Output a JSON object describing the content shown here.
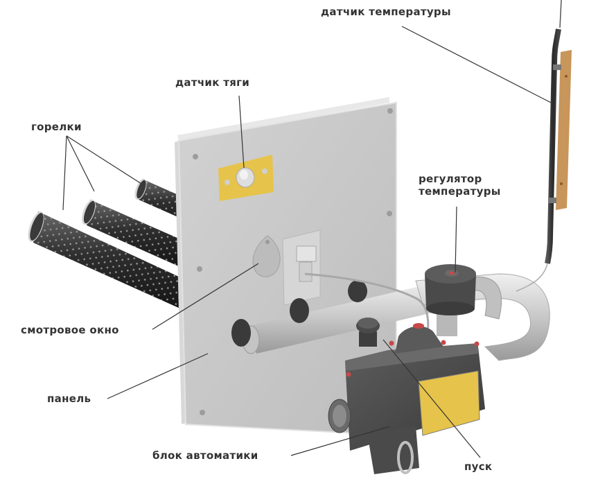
{
  "diagram": {
    "labels": {
      "temperature_sensor": "датчик температуры",
      "draft_sensor": "датчик тяги",
      "burners": "горелки",
      "temperature_regulator_line1": "регулятор",
      "temperature_regulator_line2": "температуры",
      "viewing_window": "смотровое окно",
      "panel": "панель",
      "automation_block": "блок автоматики",
      "start_button": "пуск"
    },
    "components": [
      {
        "id": "temperature_sensor",
        "description": "capillary temperature sensor on copper-colored mounting strip"
      },
      {
        "id": "draft_sensor",
        "description": "draft sensor on yellow plate mounted on panel"
      },
      {
        "id": "burners",
        "count": 3,
        "description": "perforated dark tubular burners"
      },
      {
        "id": "temperature_regulator",
        "description": "dark round regulator knob on gas valve"
      },
      {
        "id": "viewing_window",
        "description": "teardrop-shaped inspection window cover"
      },
      {
        "id": "panel",
        "description": "light gray mounting panel"
      },
      {
        "id": "automation_block",
        "description": "dark gray gas valve body with yellow label"
      },
      {
        "id": "start_button",
        "description": "round push button on automation block"
      }
    ],
    "colors": {
      "background": "#ffffff",
      "label_text": "#333333",
      "leader_line": "#333333",
      "panel": "#c9c9c9",
      "panel_edge": "#e4e4e4",
      "burner": "#2e2e2e",
      "valve_body": "#4a4a4a",
      "yellow_plate": "#e6c34a",
      "copper_strip": "#c8955a",
      "pipe": "#d3d3d3",
      "red_screws": "#c84848"
    }
  }
}
